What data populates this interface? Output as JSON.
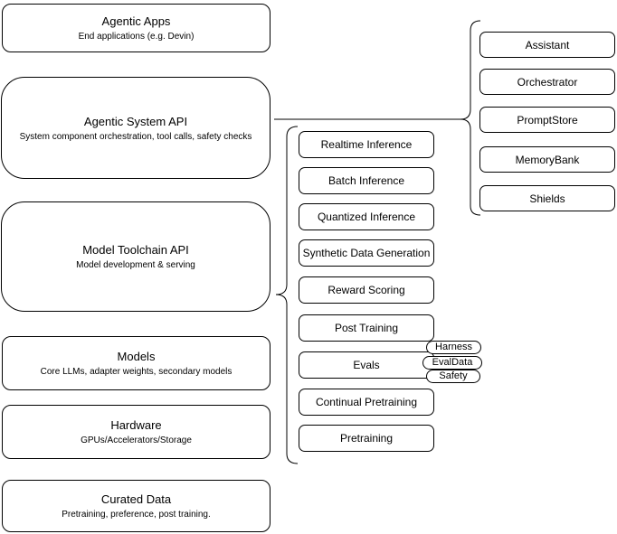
{
  "diagram": {
    "colors": {
      "background": "#ffffff",
      "stroke": "#000000",
      "text": "#000000"
    },
    "stack": [
      {
        "title": "Agentic Apps",
        "subtitle": "End applications (e.g. Devin)"
      },
      {
        "title": "Agentic System API",
        "subtitle": "System component orchestration, tool calls, safety checks"
      },
      {
        "title": "Model Toolchain API",
        "subtitle": "Model development & serving"
      },
      {
        "title": "Models",
        "subtitle": "Core LLMs, adapter weights, secondary models"
      },
      {
        "title": "Hardware",
        "subtitle": "GPUs/Accelerators/Storage"
      },
      {
        "title": "Curated Data",
        "subtitle": "Pretraining, preference, post training."
      }
    ],
    "toolchain_items": [
      "Realtime Inference",
      "Batch Inference",
      "Quantized Inference",
      "Synthetic Data Generation",
      "Reward Scoring",
      "Post Training",
      "Evals",
      "Continual Pretraining",
      "Pretraining"
    ],
    "eval_tags": [
      "Harness",
      "EvalData",
      "Safety"
    ],
    "system_components": [
      "Assistant",
      "Orchestrator",
      "PromptStore",
      "MemoryBank",
      "Shields"
    ]
  }
}
